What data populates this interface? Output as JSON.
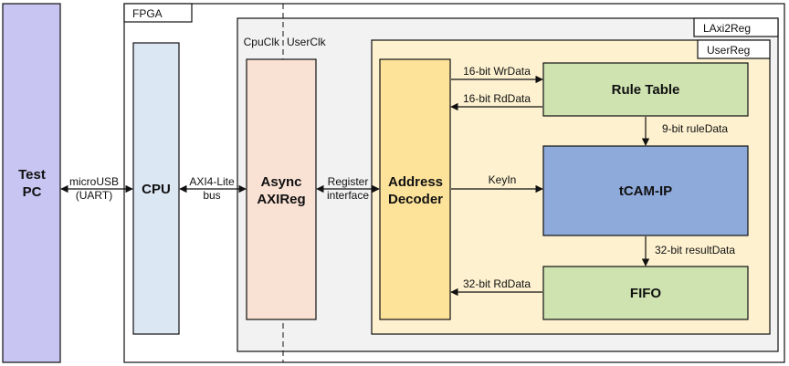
{
  "blocks": {
    "test_pc": {
      "line1": "Test",
      "line2": "PC",
      "color": "#c9c5f2"
    },
    "fpga": {
      "label": "FPGA"
    },
    "cpu": {
      "label": "CPU",
      "color": "#dce7f4"
    },
    "laxi2reg": {
      "label": "LAxi2Reg",
      "color": "#f2f2f2"
    },
    "clock_domain": {
      "left": "CpuClk",
      "right": "UserClk"
    },
    "async_axireg": {
      "line1": "Async",
      "line2": "AXIReg",
      "color": "#f9e1d4"
    },
    "userreg": {
      "label": "UserReg",
      "color": "#fdf1cf"
    },
    "address_decoder": {
      "line1": "Address",
      "line2": "Decoder",
      "color": "#fde39a"
    },
    "rule_table": {
      "label": "Rule Table",
      "color": "#cfe3b1"
    },
    "tcam_ip": {
      "label": "tCAM-IP",
      "color": "#8eaadb"
    },
    "fifo": {
      "label": "FIFO",
      "color": "#cfe3b1"
    }
  },
  "links": {
    "microusb": {
      "line1": "microUSB",
      "line2": "(UART)"
    },
    "axi4lite": {
      "line1": "AXI4-Lite",
      "line2": "bus"
    },
    "register_if": {
      "line1": "Register",
      "line2": "interface"
    },
    "wrdata": "16-bit WrData",
    "rddata16": "16-bit RdData",
    "ruledata": "9-bit ruleData",
    "keyin": "KeyIn",
    "resultdata": "32-bit resultData",
    "rddata32": "32-bit RdData"
  }
}
